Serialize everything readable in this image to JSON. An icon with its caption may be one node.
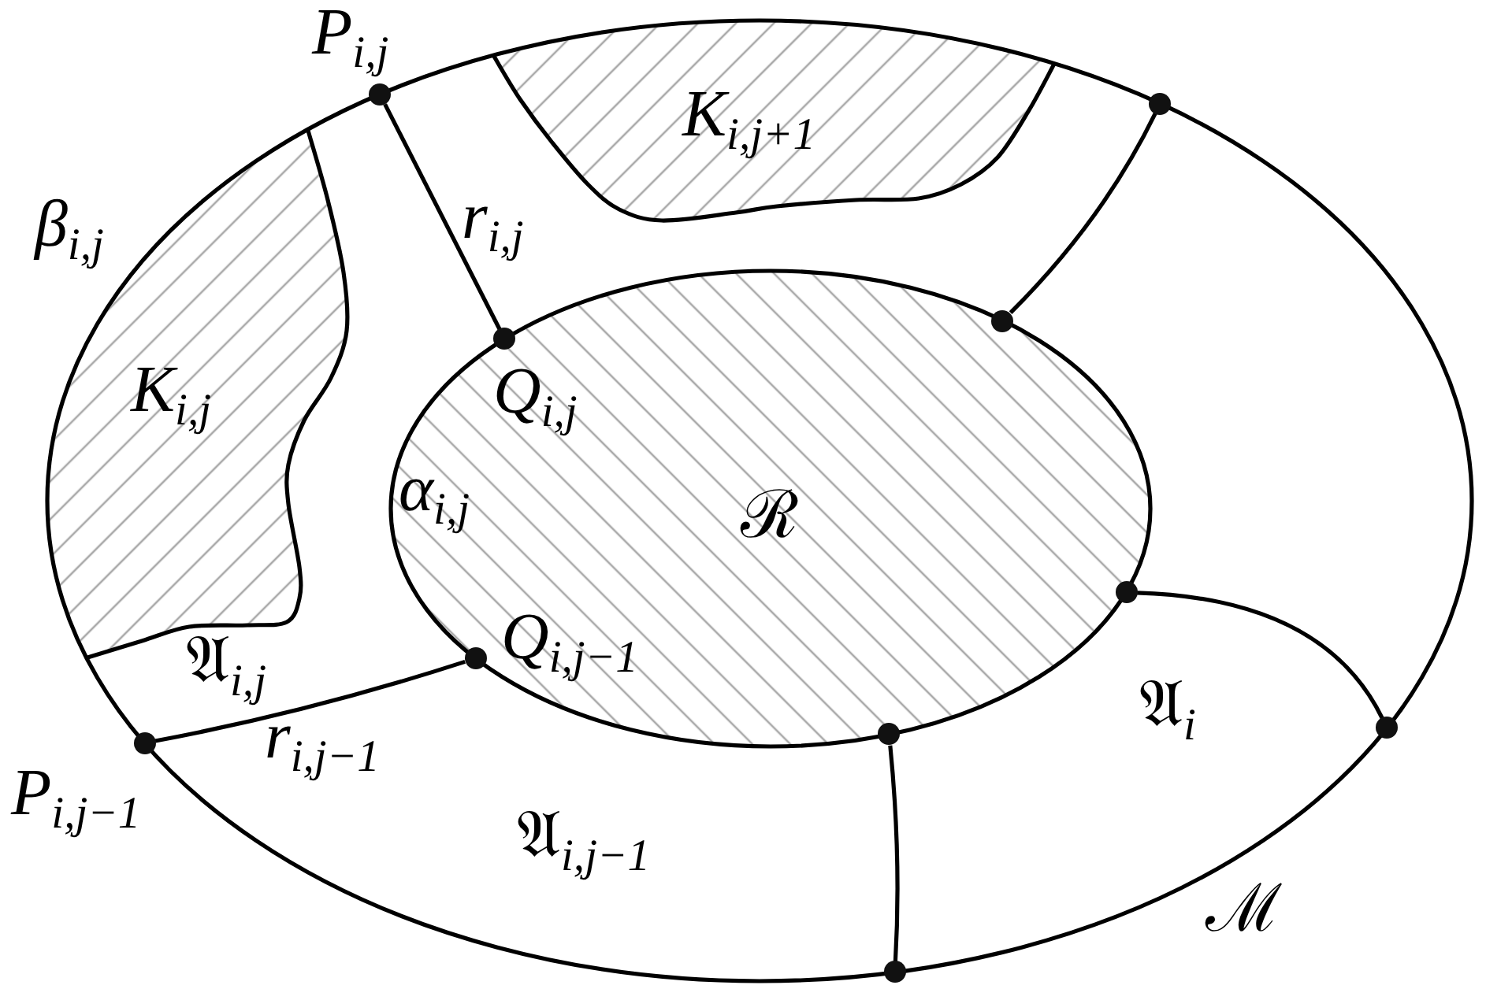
{
  "diagram": {
    "nodes": [
      {
        "text": [
          "ℳ"
        ]
      },
      {
        "text": [],
        "shape": "circle",
        "beside": [
          "P$_{i,j}$"
        ]
      },
      {
        "text": [
          "K$_{i,j+1}$"
        ],
        "in": 0
      },
      {
        "text": [],
        "shape": "circle"
      },
      {
        "text": [
          "K$_{i,j}$"
        ],
        "in": 0
      },
      {
        "text": [
          "ℛ"
        ],
        "in": 0
      },
      {
        "text": [],
        "shape": "circle",
        "in": 0
      },
      {
        "text": [],
        "shape": "circle",
        "beside": [
          "Q$_{i,j}$"
        ],
        "in": 0
      },
      {
        "text": [],
        "shape": "circle",
        "in": 0
      },
      {
        "text": [],
        "shape": "circle",
        "beside": [
          "Q$_{i,j−1}$"
        ],
        "in": 0
      },
      {
        "text": [],
        "shape": "circle"
      },
      {
        "text": [],
        "shape": "circle",
        "in": 0
      },
      {
        "text": [],
        "shape": "circle",
        "beside": [
          "P$_{i,j−1}$"
        ]
      },
      {
        "text": [],
        "shape": "circle"
      }
    ],
    "edges": [
      {
        "from": 1,
        "to": 7,
        "arrow": "none",
        "label": "r$_{i,j}$"
      },
      {
        "from": 3,
        "to": 6,
        "arrow": "none"
      },
      {
        "from": 8,
        "to": 10,
        "arrow": "none"
      },
      {
        "from": 12,
        "to": 9,
        "arrow": "none",
        "label": "r$_{i,j−1}$"
      },
      {
        "from": 11,
        "to": 13,
        "arrow": "none"
      }
    ],
    "labels": [
      "β$_{i,j}$",
      "α$_{i,j}$",
      "𝔄$_{i,j}$",
      "𝔄$_{i}$",
      "𝔄$_{i,j−1}$"
    ]
  }
}
